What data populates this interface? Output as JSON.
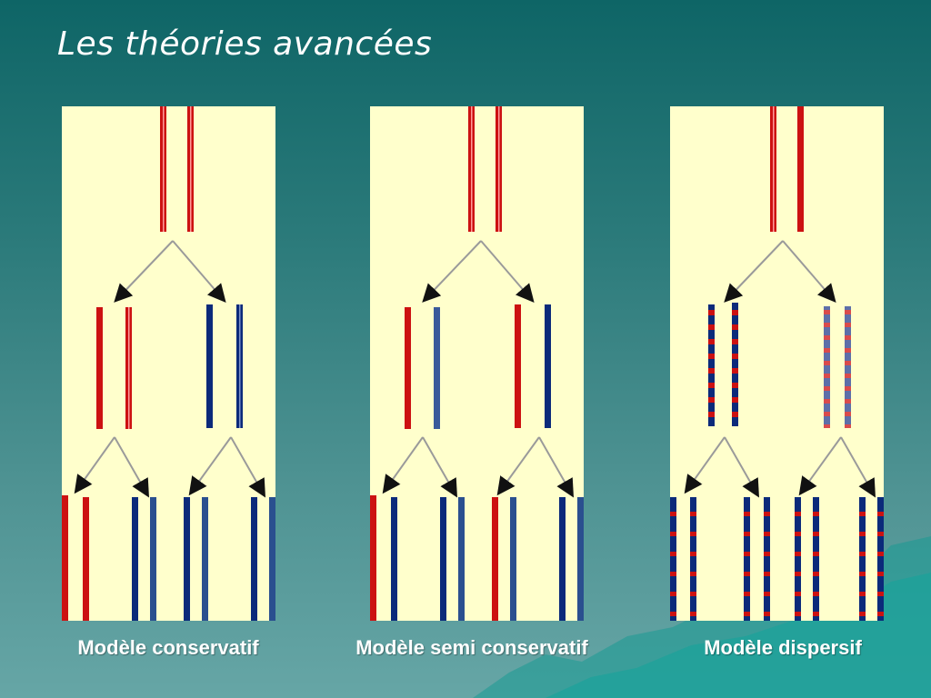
{
  "slide": {
    "title": "Les théories avancées"
  },
  "models": [
    {
      "caption": "Modèle conservatif"
    },
    {
      "caption": "Modèle semi conservatif"
    },
    {
      "caption": "Modèle dispersif"
    }
  ],
  "colors": {
    "panel_bg": "#ffffcc",
    "parent_red": "#cc1111",
    "new_blue": "#0b2a7a",
    "arrow": "#9a9a9a"
  }
}
